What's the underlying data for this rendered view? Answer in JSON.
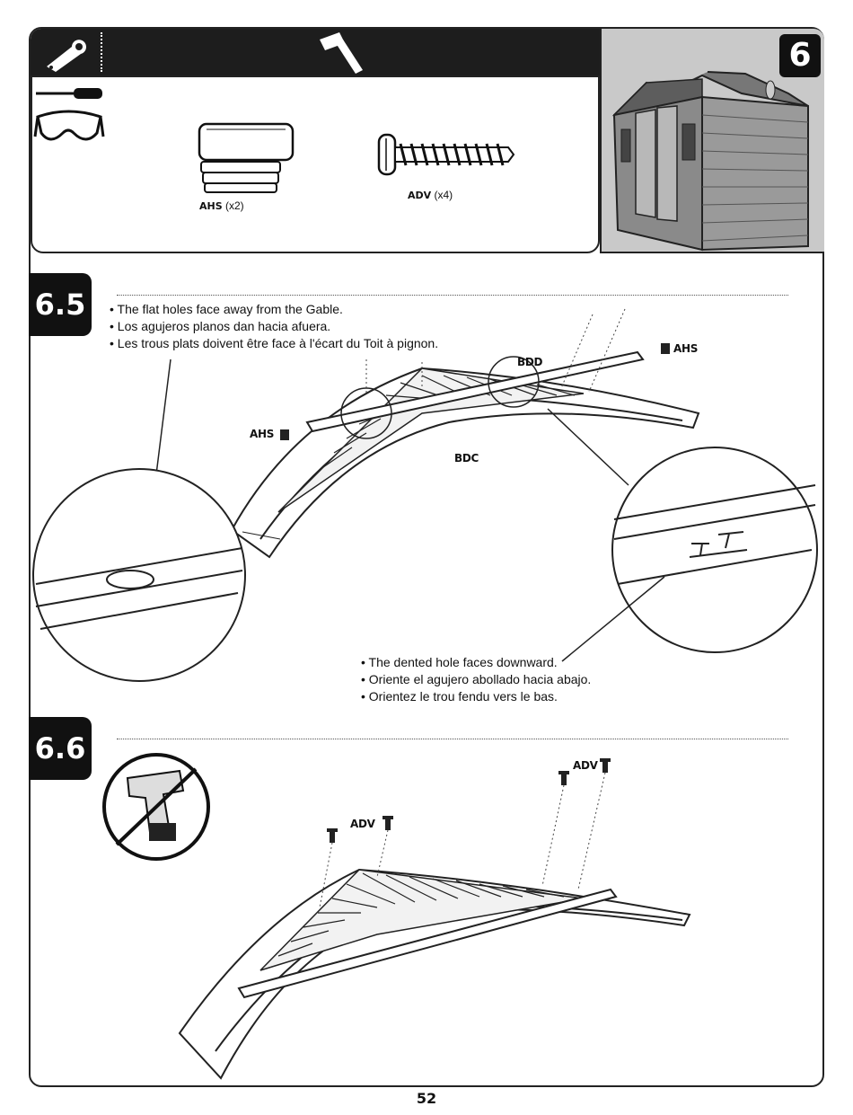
{
  "header": {
    "step_number": "6",
    "icons": [
      "wrench-icon",
      "hammer-icon"
    ]
  },
  "parts": [
    {
      "code": "AHS",
      "qty": "(x2)"
    },
    {
      "code": "ADV",
      "qty": "(x4)"
    }
  ],
  "tools": [
    "screwdriver-icon",
    "safety-glasses-icon"
  ],
  "step_6_5": {
    "badge": "6.5",
    "notes_top": [
      "The flat holes face away from the Gable.",
      "Los agujeros planos dan hacia afuera.",
      "Les trous plats doivent être face à l'écart du Toit à pignon."
    ],
    "notes_bottom": [
      "The dented hole faces downward.",
      "Oriente el agujero abollado hacia abajo.",
      "Orientez le trou fendu vers le bas."
    ],
    "labels": {
      "bdd": "BDD",
      "bdc": "BDC",
      "ahs_left": "AHS",
      "ahs_right": "AHS"
    }
  },
  "step_6_6": {
    "badge": "6.6",
    "labels": {
      "adv_left": "ADV",
      "adv_right": "ADV"
    }
  },
  "page_number": "52"
}
